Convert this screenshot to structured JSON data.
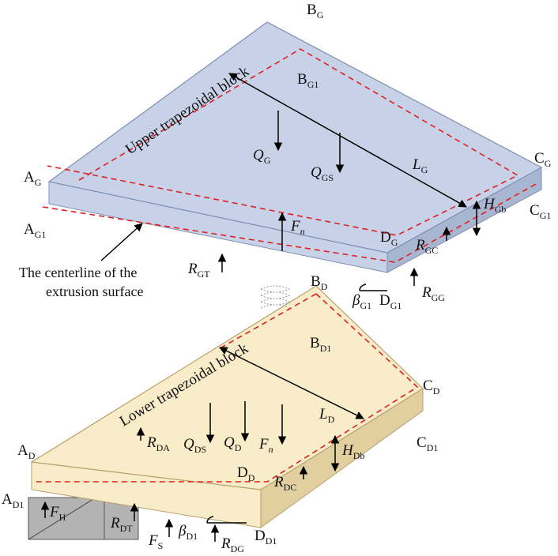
{
  "colors": {
    "upper_block": "#c7d2e8",
    "upper_block_side": "#a9b6d2",
    "upper_block_edge": "#8d9cc0",
    "lower_block": "#f8ecc9",
    "lower_block_side": "#e1cfa0",
    "lower_block_edge": "#c9b27a",
    "base_box": "#b3b3b3",
    "centerline": "#e02020",
    "arrows": "#000000"
  },
  "upper": {
    "title": "Upper trapezoidal block",
    "vertex_labels": {
      "BG": {
        "m": "B",
        "s": "G"
      },
      "BG1": {
        "m": "B",
        "s": "G1"
      },
      "AG": {
        "m": "A",
        "s": "G"
      },
      "AG1": {
        "m": "A",
        "s": "G1"
      },
      "CG": {
        "m": "C",
        "s": "G"
      },
      "CG1": {
        "m": "C",
        "s": "G1"
      },
      "DG": {
        "m": "D",
        "s": "G"
      },
      "DG1": {
        "m": "D",
        "s": "G1"
      }
    },
    "loads": {
      "QG": {
        "m": "Q",
        "s": "G"
      },
      "QGS": {
        "m": "Q",
        "s": "GS"
      },
      "LG": {
        "m": "L",
        "s": "G"
      },
      "Fn": {
        "m": "F",
        "s": "n"
      },
      "HGb": {
        "m": "H",
        "s": "Gb"
      },
      "RGC": {
        "m": "R",
        "s": "GC"
      },
      "RGT": {
        "m": "R",
        "s": "GT"
      },
      "RGG": {
        "m": "R",
        "s": "GG"
      },
      "betaG1": {
        "m": "β",
        "s": "G1"
      }
    }
  },
  "annotation": {
    "line1": "The centerline of the",
    "line2": "extrusion surface"
  },
  "lower": {
    "title": "Lower trapezoidal block",
    "vertex_labels": {
      "BD": {
        "m": "B",
        "s": "D"
      },
      "BD1": {
        "m": "B",
        "s": "D1"
      },
      "AD": {
        "m": "A",
        "s": "D"
      },
      "AD1": {
        "m": "A",
        "s": "D1"
      },
      "CD": {
        "m": "C",
        "s": "D"
      },
      "CD1": {
        "m": "C",
        "s": "D1"
      },
      "DD": {
        "m": "D",
        "s": "D"
      },
      "DD1": {
        "m": "D",
        "s": "D1"
      }
    },
    "loads": {
      "LD": {
        "m": "L",
        "s": "D"
      },
      "QDS": {
        "m": "Q",
        "s": "DS"
      },
      "QD": {
        "m": "Q",
        "s": "D"
      },
      "Fn": {
        "m": "F",
        "s": "n"
      },
      "RDA": {
        "m": "R",
        "s": "DA"
      },
      "HDb": {
        "m": "H",
        "s": "Db"
      },
      "RDC": {
        "m": "R",
        "s": "DC"
      },
      "FH": {
        "m": "F",
        "s": "H"
      },
      "RDT": {
        "m": "R",
        "s": "DT"
      },
      "FS": {
        "m": "F",
        "s": "S"
      },
      "betaD1": {
        "m": "β",
        "s": "D1"
      },
      "RDG": {
        "m": "R",
        "s": "DG"
      }
    }
  }
}
